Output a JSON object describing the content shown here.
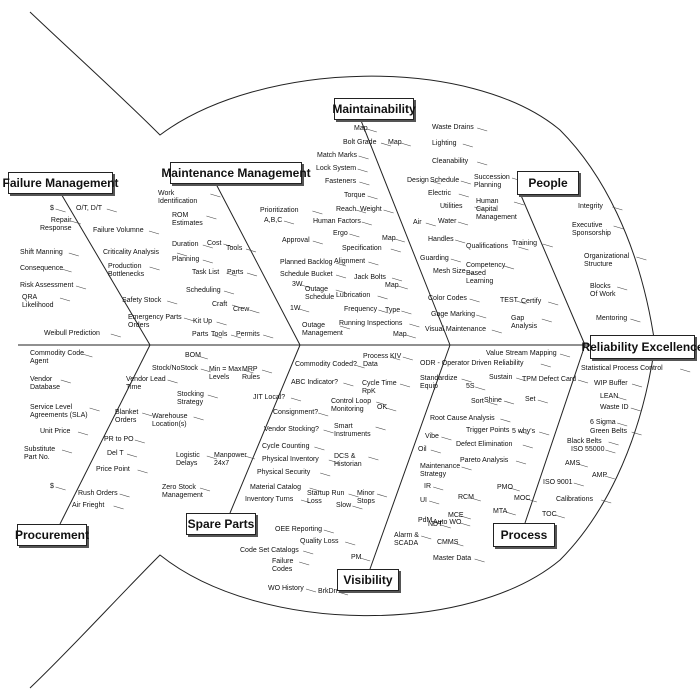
{
  "head": "Reliability Excellence",
  "categories": {
    "failure_management": "Failure Management",
    "maintenance_management": "Maintenance Management",
    "maintainability": "Maintainability",
    "people": "People",
    "procurement": "Procurement",
    "spare_parts": "Spare Parts",
    "visibility": "Visibility",
    "process": "Process"
  },
  "causes": {
    "fm": [
      "$",
      "O/T, D/T",
      "Repair\nResponse",
      "Failure Volumne",
      "Shift Manning",
      "Criticality Analysis",
      "Consequence",
      "Production\nBottlenecks",
      "Risk Assessment",
      "QRA\nLikelihood",
      "Safety Stock",
      "Emergency Parts\nOrders",
      "Weibull Prediction"
    ],
    "mm": [
      "Work\nIdentification",
      "Prioritization",
      "A,B,C",
      "ROM\nEstimates",
      "Approval",
      "Cost",
      "Duration",
      "Tools",
      "Planning",
      "Planned Backlog",
      "Task List",
      "Parts",
      "Schedule Bucket",
      "3W",
      "Scheduling",
      "Outage\nSchedule",
      "1W",
      "Crew",
      "Craft",
      "Kit Up",
      "Parts",
      "Tools",
      "Permits",
      "Outage\nManagement"
    ],
    "mt": [
      "Map",
      "Waste Drains",
      "Bolt Grade",
      "Map",
      "Lighting",
      "Match Marks",
      "Cleanability",
      "Lock System",
      "Design",
      "Schedule",
      "Fasteners",
      "Electric",
      "Torque",
      "Utilities",
      "Reach",
      "Weight",
      "Human Factors",
      "Air",
      "Water",
      "Ergo",
      "Map",
      "Handles",
      "Specification",
      "Guarding",
      "Alignment",
      "Mesh Size",
      "Jack Bolts",
      "Map",
      "Lubrication",
      "Color Codes",
      "Frequency",
      "Type",
      "Gage Marking",
      "Running Inspections",
      "Visual Maintenance",
      "Map"
    ],
    "pe": [
      "Succession\nPlanning",
      "Human\nCapital\nManagement",
      "Integrity",
      "Executive\nSponsorship",
      "Training",
      "Qualifications",
      "Organizational\nStructure",
      "Competency\nBased\nLearning",
      "Blocks\nOf Work",
      "TEST",
      "Certify",
      "Gap\nAnalysis",
      "Mentoring"
    ],
    "pr": [
      "Commodity Code\nAgent",
      "Vendor\nDatabase",
      "Vendor Lead\nTime",
      "Service Level\nAgreements (SLA)",
      "Blanket\nOrders",
      "Unit Price",
      "PR to PO",
      "Substitute\nPart No.",
      "Del T",
      "Price Point",
      "$",
      "Rush Orders",
      "Air Frieght"
    ],
    "sp": [
      "BOM",
      "Stock/NoStock",
      "Min = Max\nLevels",
      "MRP\nRules",
      "Commodity Coded?",
      "ABC Indicator?",
      "Stocking\nStrategy",
      "JIT Local?",
      "Warehouse\nLocation(s)",
      "Consignment?",
      "Vendor Stocking?",
      "Cycle Counting",
      "Logistic\nDelays",
      "Manpower\n24x7",
      "Physical Inventory",
      "Physical Security",
      "Zero Stock\nManagement",
      "Material Catalog",
      "Inventory Turns"
    ],
    "vi": [
      "Process\nData",
      "KIV",
      "Cycle Time\nRpK",
      "Control Loop\nMonitoring",
      "OK",
      "Smart\nInstruments",
      "DCS &\nHistorian",
      "Vibe",
      "Oil",
      "IR",
      "UI",
      "MCE",
      "PdM",
      "NDT",
      "Auto WO",
      "Alarm &\nSCADA",
      "Startup Run\nLoss",
      "Slow",
      "Minor\nStops",
      "OEE Reporting",
      "Quality Loss",
      "PM",
      "Code Set Catalogs",
      "Failure\nCodes",
      "WO History",
      "BrkDn"
    ],
    "ps": [
      "Value Stream Mapping",
      "ODR - Operator Driven Reliability",
      "Statistical Process Control",
      "Standardize\nEquip",
      "5S",
      "Sustain",
      "Sort",
      "TPM Defect Card",
      "Shine",
      "Set",
      "WIP Buffer",
      "LEAN",
      "Waste ID",
      "Root Cause Analysis",
      "Trigger Points",
      "5 why's",
      "6 Sigma",
      "Green Belts",
      "Black Belts",
      "Defect Elimination",
      "ISO 55000",
      "Maintenance\nStrategy",
      "Pareto Analysis",
      "AMS",
      "AMP",
      "ISO 9001",
      "Calibrations",
      "PMO",
      "MOC",
      "RCM",
      "MTA",
      "TOC",
      "CMMS",
      "Master Data"
    ]
  }
}
